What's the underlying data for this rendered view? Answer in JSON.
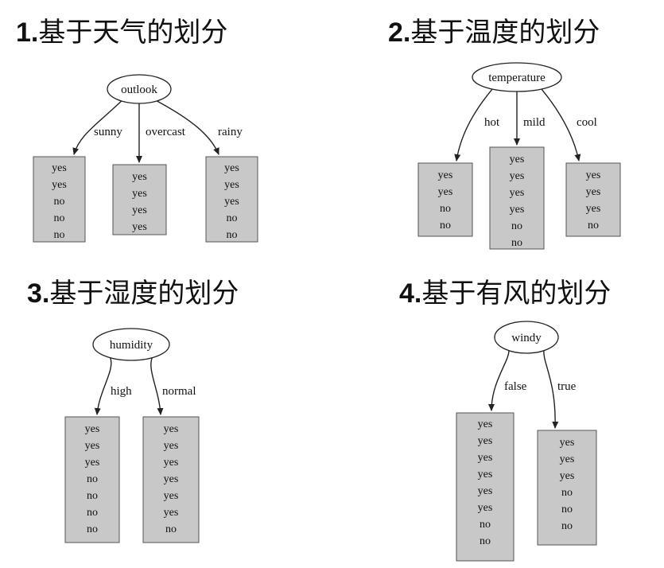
{
  "panels": [
    {
      "title_num": "1.",
      "title_text": "基于天气的划分",
      "root": "outlook",
      "branches": [
        {
          "label": "sunny",
          "leaf": [
            "yes",
            "yes",
            "no",
            "no",
            "no"
          ]
        },
        {
          "label": "overcast",
          "leaf": [
            "yes",
            "yes",
            "yes",
            "yes"
          ]
        },
        {
          "label": "rainy",
          "leaf": [
            "yes",
            "yes",
            "yes",
            "no",
            "no"
          ]
        }
      ]
    },
    {
      "title_num": "2.",
      "title_text": "基于温度的划分",
      "root": "temperature",
      "branches": [
        {
          "label": "hot",
          "leaf": [
            "yes",
            "yes",
            "no",
            "no"
          ]
        },
        {
          "label": "mild",
          "leaf": [
            "yes",
            "yes",
            "yes",
            "yes",
            "no",
            "no"
          ]
        },
        {
          "label": "cool",
          "leaf": [
            "yes",
            "yes",
            "yes",
            "no"
          ]
        }
      ]
    },
    {
      "title_num": "3.",
      "title_text": "基于湿度的划分",
      "root": "humidity",
      "branches": [
        {
          "label": "high",
          "leaf": [
            "yes",
            "yes",
            "yes",
            "no",
            "no",
            "no",
            "no"
          ]
        },
        {
          "label": "normal",
          "leaf": [
            "yes",
            "yes",
            "yes",
            "yes",
            "yes",
            "yes",
            "no"
          ]
        }
      ]
    },
    {
      "title_num": "4.",
      "title_text": "基于有风的划分",
      "root": "windy",
      "branches": [
        {
          "label": "false",
          "leaf": [
            "yes",
            "yes",
            "yes",
            "yes",
            "yes",
            "yes",
            "no",
            "no"
          ]
        },
        {
          "label": "true",
          "leaf": [
            "yes",
            "yes",
            "yes",
            "no",
            "no",
            "no"
          ]
        }
      ]
    }
  ],
  "colors": {
    "leaf_fill": "#c8c8c8",
    "leaf_stroke": "#555555",
    "edge": "#222222",
    "background": "#ffffff"
  }
}
